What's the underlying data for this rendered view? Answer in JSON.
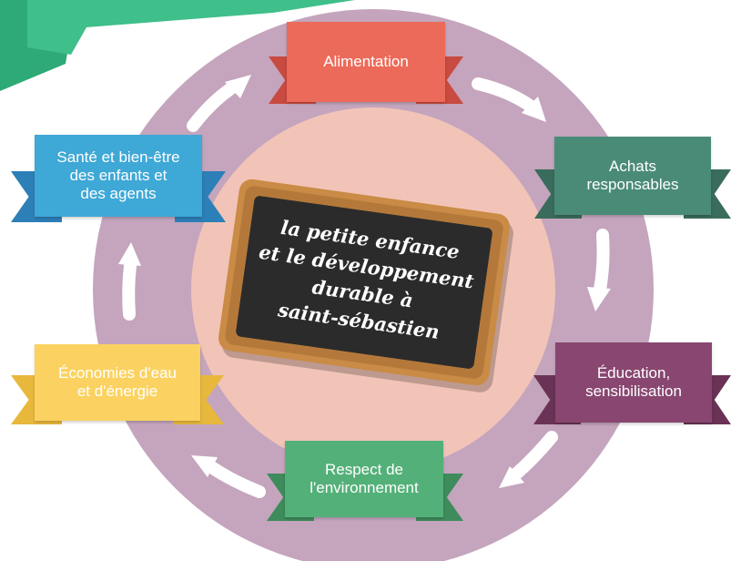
{
  "colors": {
    "ring": "#c4a5bd",
    "center": "#f2c4b8",
    "corner": "#2eaa76",
    "arrow": "#ffffff",
    "board_frame": "#c98b45",
    "board_slate": "#2b2b2b"
  },
  "chalkboard": {
    "lines": [
      "la petite enfance",
      "et le développement",
      "durable à",
      "saint-sébastien"
    ]
  },
  "banners": [
    {
      "id": "alimentation",
      "lines": [
        "Alimentation"
      ],
      "color": "#ec6a59",
      "tail_color": "#c94a40"
    },
    {
      "id": "achats",
      "lines": [
        "Achats",
        "responsables"
      ],
      "color": "#4a8b78",
      "tail_color": "#3a6c5d"
    },
    {
      "id": "education",
      "lines": [
        "Éducation,",
        "sensibilisation"
      ],
      "color": "#884670",
      "tail_color": "#6a3356"
    },
    {
      "id": "respect",
      "lines": [
        "Respect de",
        "l'environnement"
      ],
      "color": "#54b079",
      "tail_color": "#3e8b5c"
    },
    {
      "id": "economies",
      "lines": [
        "Économies d'eau",
        "et d'énergie"
      ],
      "color": "#fbd261",
      "tail_color": "#e8b83d"
    },
    {
      "id": "sante",
      "lines": [
        "Santé et bien-être",
        "des enfants et",
        "des agents"
      ],
      "color": "#3ea8d6",
      "tail_color": "#2d7fb8"
    }
  ],
  "arrows": [
    {
      "id": "arrow-alimentation-to-achats",
      "direction": "clockwise"
    },
    {
      "id": "arrow-achats-to-education",
      "direction": "clockwise"
    },
    {
      "id": "arrow-education-to-respect",
      "direction": "clockwise"
    },
    {
      "id": "arrow-respect-to-economies",
      "direction": "clockwise"
    },
    {
      "id": "arrow-economies-to-sante",
      "direction": "clockwise"
    },
    {
      "id": "arrow-sante-to-alimentation",
      "direction": "clockwise"
    }
  ]
}
